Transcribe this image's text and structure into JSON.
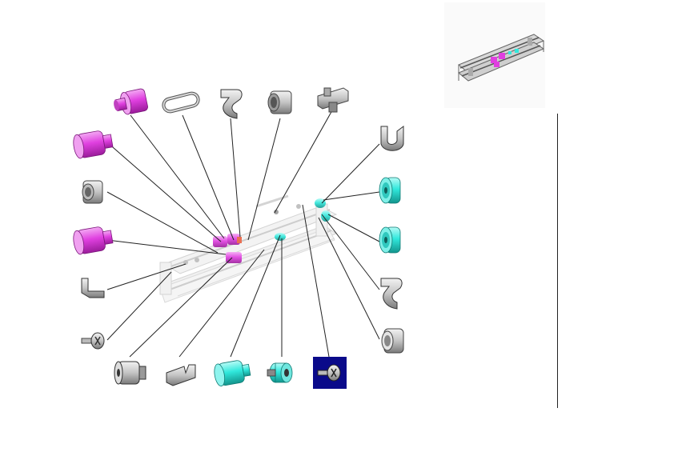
{
  "diagram": {
    "kind": "exploded-parts-view",
    "highlight_colors": {
      "magenta": "#e040e0",
      "cyan": "#30e8dc",
      "selected_bg": "#0a0a8a",
      "line": "#222222"
    },
    "parts": [
      {
        "id": "roller-top-magenta",
        "icon": "magenta-roller-icon",
        "color": "magenta"
      },
      {
        "id": "belt-loop",
        "icon": "belt-loop-icon",
        "color": "gray"
      },
      {
        "id": "hook-bracket-top",
        "icon": "hook-bracket-icon",
        "color": "gray"
      },
      {
        "id": "bushing-top",
        "icon": "bushing-icon",
        "color": "gray"
      },
      {
        "id": "clamp-bracket",
        "icon": "clamp-bracket-icon",
        "color": "gray"
      },
      {
        "id": "roller-left-upper",
        "icon": "magenta-roller-icon",
        "color": "magenta"
      },
      {
        "id": "bushing-left",
        "icon": "bushing-icon",
        "color": "gray"
      },
      {
        "id": "roller-left-lower",
        "icon": "magenta-roller-icon",
        "color": "magenta"
      },
      {
        "id": "arm-bracket",
        "icon": "arm-bracket-icon",
        "color": "gray"
      },
      {
        "id": "screw-left",
        "icon": "screw-icon",
        "color": "gray"
      },
      {
        "id": "spacer-bottom",
        "icon": "spacer-icon",
        "color": "gray"
      },
      {
        "id": "l-bracket-bottom",
        "icon": "l-bracket-icon",
        "color": "gray"
      },
      {
        "id": "cyan-roller-bottom",
        "icon": "cyan-roller-icon",
        "color": "cyan"
      },
      {
        "id": "cyan-gear-bottom",
        "icon": "cyan-gear-icon",
        "color": "cyan"
      },
      {
        "id": "screw-selected",
        "icon": "screw-icon",
        "color": "gray",
        "selected": true
      },
      {
        "id": "u-bracket-right",
        "icon": "u-bracket-icon",
        "color": "gray"
      },
      {
        "id": "cyan-wheel-upper",
        "icon": "cyan-wheel-icon",
        "color": "cyan"
      },
      {
        "id": "cyan-wheel-lower",
        "icon": "cyan-wheel-icon",
        "color": "cyan"
      },
      {
        "id": "hook-bracket-right",
        "icon": "hook-bracket-icon",
        "color": "gray"
      },
      {
        "id": "bushing-right",
        "icon": "bushing-icon",
        "color": "gray"
      }
    ],
    "thumbnail": {
      "icon": "assembly-thumbnail-icon"
    }
  }
}
